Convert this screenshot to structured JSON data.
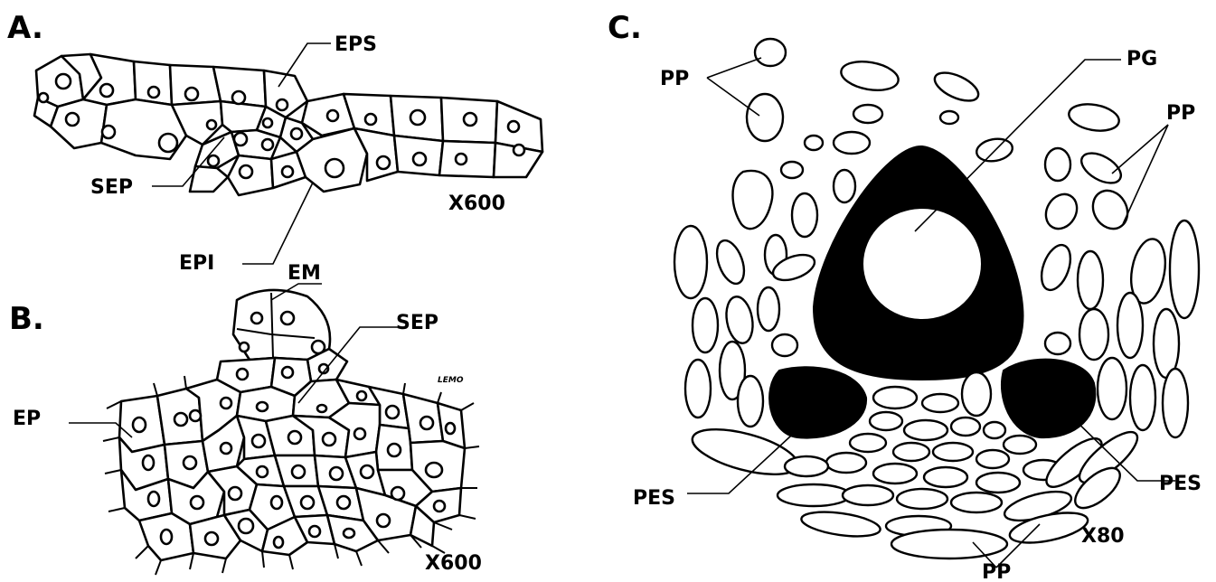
{
  "panels": {
    "a": {
      "letter": "A.",
      "labels": {
        "eps": "EPS",
        "sep": "SEP",
        "epi": "EPI"
      },
      "magnification": "X600"
    },
    "b": {
      "letter": "B.",
      "labels": {
        "em": "EM",
        "sep": "SEP",
        "ep": "EP",
        "signature": "LEMO"
      },
      "magnification": "X600"
    },
    "c": {
      "letter": "C.",
      "labels": {
        "pp_top_left": "PP",
        "pg": "PG",
        "pp_top_right": "PP",
        "pes_left": "PES",
        "pes_right": "PES",
        "pp_bottom": "PP"
      },
      "magnification": "X80"
    }
  }
}
